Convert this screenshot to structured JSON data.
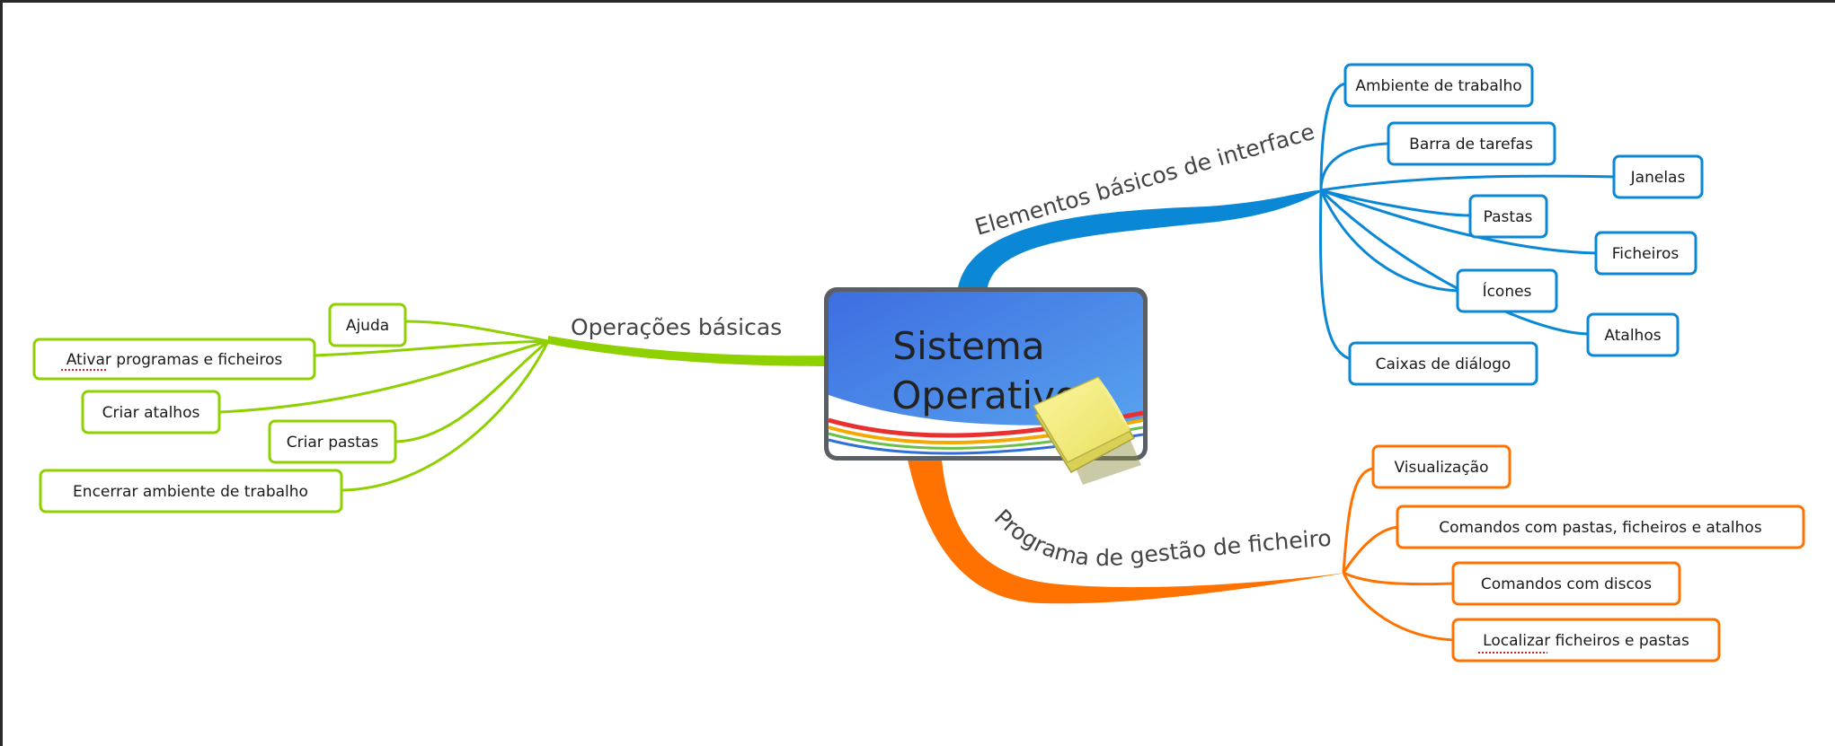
{
  "colors": {
    "green": "#8fd100",
    "blue": "#0a88d6",
    "orange": "#ff7200",
    "node_fill": "#ffffff"
  },
  "central": {
    "line1": "Sistema",
    "line2": "Operativo",
    "icon": "sticky-notes-icon"
  },
  "branches": {
    "basic_ops": {
      "label": "Operações básicas",
      "items": [
        "Ajuda",
        "Ativar programas e ficheiros",
        "Criar atalhos",
        "Criar pastas",
        "Encerrar ambiente de trabalho"
      ]
    },
    "interface": {
      "label": "Elementos básicos de interface",
      "items": [
        "Ambiente de trabalho",
        "Barra de tarefas",
        "Janelas",
        "Pastas",
        "Ficheiros",
        "Ícones",
        "Atalhos",
        "Caixas de diálogo"
      ]
    },
    "file_manager": {
      "label": "Programa de gestão de ficheiros",
      "items": [
        "Visualização",
        "Comandos com pastas, ficheiros e atalhos",
        "Comandos com discos",
        "Localizar ficheiros e pastas"
      ]
    }
  }
}
